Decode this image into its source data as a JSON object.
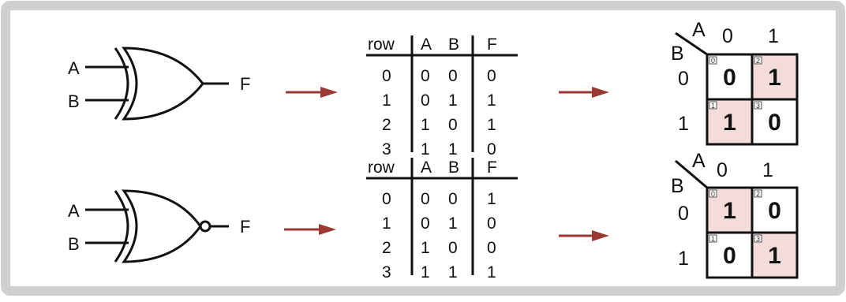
{
  "colors": {
    "frame": "#cfcfcf",
    "arrow": "#9b3a33",
    "highlight": "#f3dcda"
  },
  "xor": {
    "gate": {
      "type": "XOR",
      "inputs": [
        "A",
        "B"
      ],
      "output": "F"
    },
    "table": {
      "headers": [
        "row",
        "A",
        "B",
        "F"
      ],
      "rows": [
        [
          "0",
          "0",
          "0",
          "0"
        ],
        [
          "1",
          "0",
          "1",
          "1"
        ],
        [
          "2",
          "1",
          "0",
          "1"
        ],
        [
          "3",
          "1",
          "1",
          "0"
        ]
      ]
    },
    "kmap": {
      "col_var": "A",
      "row_var": "B",
      "col_labels": [
        "0",
        "1"
      ],
      "row_labels": [
        "0",
        "1"
      ],
      "cells": [
        {
          "index": "0",
          "value": "0",
          "highlighted": false
        },
        {
          "index": "2",
          "value": "1",
          "highlighted": true
        },
        {
          "index": "1",
          "value": "1",
          "highlighted": true
        },
        {
          "index": "3",
          "value": "0",
          "highlighted": false
        }
      ]
    }
  },
  "xnor": {
    "gate": {
      "type": "XNOR",
      "inputs": [
        "A",
        "B"
      ],
      "output": "F"
    },
    "table": {
      "headers": [
        "row",
        "A",
        "B",
        "F"
      ],
      "rows": [
        [
          "0",
          "0",
          "0",
          "1"
        ],
        [
          "1",
          "0",
          "1",
          "0"
        ],
        [
          "2",
          "1",
          "0",
          "0"
        ],
        [
          "3",
          "1",
          "1",
          "1"
        ]
      ]
    },
    "kmap": {
      "col_var": "A",
      "row_var": "B",
      "col_labels": [
        "0",
        "1"
      ],
      "row_labels": [
        "0",
        "1"
      ],
      "cells": [
        {
          "index": "0",
          "value": "1",
          "highlighted": true
        },
        {
          "index": "2",
          "value": "0",
          "highlighted": false
        },
        {
          "index": "1",
          "value": "0",
          "highlighted": false
        },
        {
          "index": "3",
          "value": "1",
          "highlighted": true
        }
      ]
    }
  }
}
